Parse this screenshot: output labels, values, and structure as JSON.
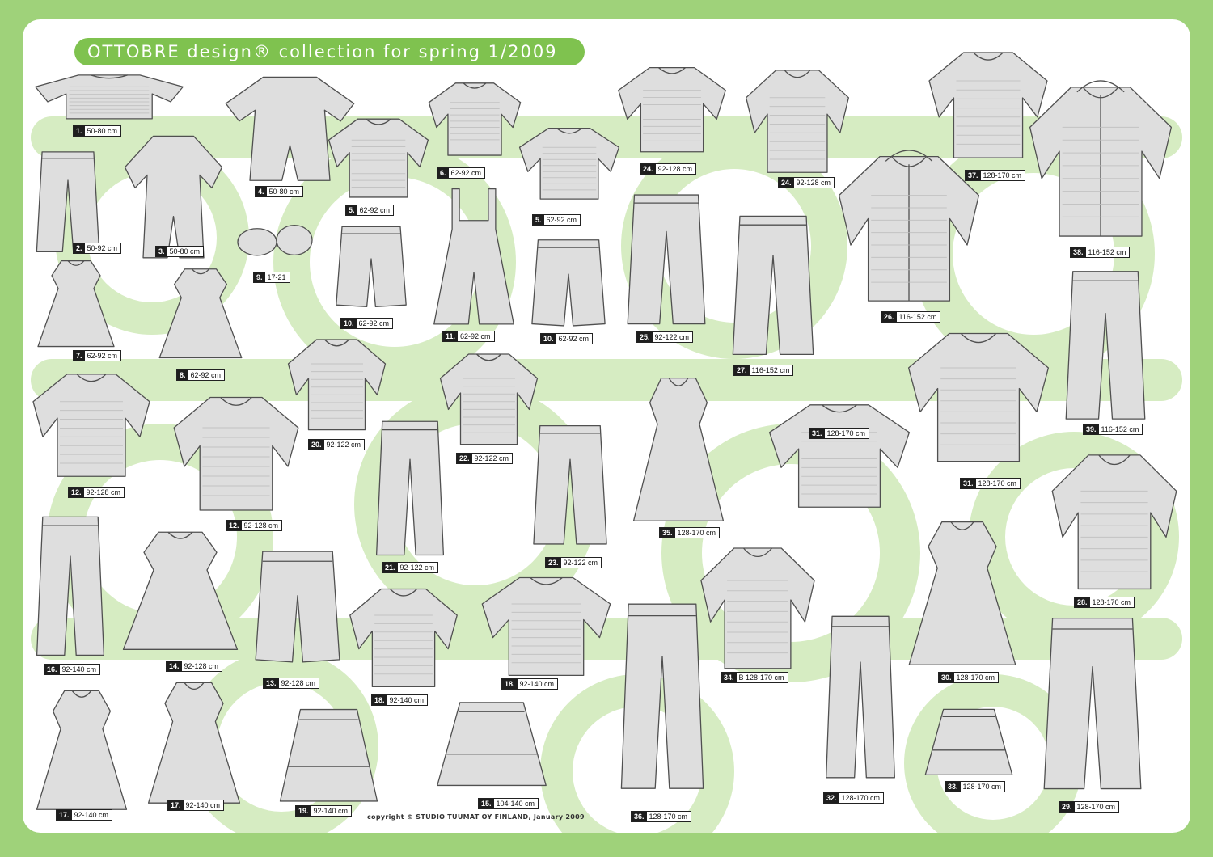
{
  "title": "OTTOBRE design® collection for spring 1/2009",
  "copyright": "copyright ©  STUDIO TUUMAT OY  FINLAND, January 2009",
  "colors": {
    "border": "#9fd27a",
    "title_bg": "#7fc24f",
    "pattern": "#cfe8b7",
    "garment_fill": "#dedede",
    "garment_stroke": "#505050",
    "label_number_bg": "#1e1e1e"
  },
  "items": [
    {
      "num": "1.",
      "size": "50-80 cm",
      "kind": "top"
    },
    {
      "num": "2.",
      "size": "50-92 cm",
      "kind": "pants"
    },
    {
      "num": "3.",
      "size": "50-80 cm",
      "kind": "romper"
    },
    {
      "num": "4.",
      "size": "50-80 cm",
      "kind": "romper"
    },
    {
      "num": "5.",
      "size": "62-92 cm",
      "kind": "top"
    },
    {
      "num": "6.",
      "size": "62-92 cm",
      "kind": "top"
    },
    {
      "num": "5.",
      "size": "62-92 cm",
      "kind": "top"
    },
    {
      "num": "9.",
      "size": "17-21",
      "kind": "shoes"
    },
    {
      "num": "10.",
      "size": "62-92 cm",
      "kind": "shorts"
    },
    {
      "num": "11.",
      "size": "62-92 cm",
      "kind": "overall"
    },
    {
      "num": "10.",
      "size": "62-92 cm",
      "kind": "shorts"
    },
    {
      "num": "7.",
      "size": "62-92 cm",
      "kind": "dress"
    },
    {
      "num": "8.",
      "size": "62-92 cm",
      "kind": "dress"
    },
    {
      "num": "12.",
      "size": "92-128 cm",
      "kind": "top"
    },
    {
      "num": "12.",
      "size": "92-128 cm",
      "kind": "top"
    },
    {
      "num": "20.",
      "size": "92-122 cm",
      "kind": "top"
    },
    {
      "num": "22.",
      "size": "92-122 cm",
      "kind": "top"
    },
    {
      "num": "21.",
      "size": "92-122 cm",
      "kind": "pants"
    },
    {
      "num": "23.",
      "size": "92-122 cm",
      "kind": "pants"
    },
    {
      "num": "16.",
      "size": "92-140 cm",
      "kind": "pants"
    },
    {
      "num": "14.",
      "size": "92-128 cm",
      "kind": "dress"
    },
    {
      "num": "13.",
      "size": "92-128 cm",
      "kind": "shorts"
    },
    {
      "num": "18.",
      "size": "92-140 cm",
      "kind": "top"
    },
    {
      "num": "18.",
      "size": "92-140 cm",
      "kind": "top"
    },
    {
      "num": "17.",
      "size": "92-140 cm",
      "kind": "dress"
    },
    {
      "num": "17.",
      "size": "92-140 cm",
      "kind": "dress"
    },
    {
      "num": "19.",
      "size": "92-140 cm",
      "kind": "skirt"
    },
    {
      "num": "15.",
      "size": "104-140 cm",
      "kind": "skirt"
    },
    {
      "num": "24.",
      "size": "92-128 cm",
      "kind": "top"
    },
    {
      "num": "24.",
      "size": "92-128 cm",
      "kind": "top"
    },
    {
      "num": "37.",
      "size": "128-170 cm",
      "kind": "top"
    },
    {
      "num": "38.",
      "size": "116-152 cm",
      "kind": "jacket"
    },
    {
      "num": "26.",
      "size": "116-152 cm",
      "kind": "jacket"
    },
    {
      "num": "25.",
      "size": "92-122 cm",
      "kind": "pants"
    },
    {
      "num": "27.",
      "size": "116-152 cm",
      "kind": "pants"
    },
    {
      "num": "39.",
      "size": "116-152 cm",
      "kind": "pants"
    },
    {
      "num": "35.",
      "size": "128-170 cm",
      "kind": "dress"
    },
    {
      "num": "31.",
      "size": "128-170 cm",
      "kind": "top"
    },
    {
      "num": "31.",
      "size": "128-170 cm",
      "kind": "top"
    },
    {
      "num": "28.",
      "size": "128-170 cm",
      "kind": "top"
    },
    {
      "num": "34.",
      "size": "B 128-170 cm",
      "kind": "top"
    },
    {
      "num": "30.",
      "size": "128-170 cm",
      "kind": "dress"
    },
    {
      "num": "36.",
      "size": "128-170 cm",
      "kind": "pants"
    },
    {
      "num": "32.",
      "size": "128-170 cm",
      "kind": "pants"
    },
    {
      "num": "33.",
      "size": "128-170 cm",
      "kind": "skirt"
    },
    {
      "num": "29.",
      "size": "128-170 cm",
      "kind": "pants"
    }
  ]
}
